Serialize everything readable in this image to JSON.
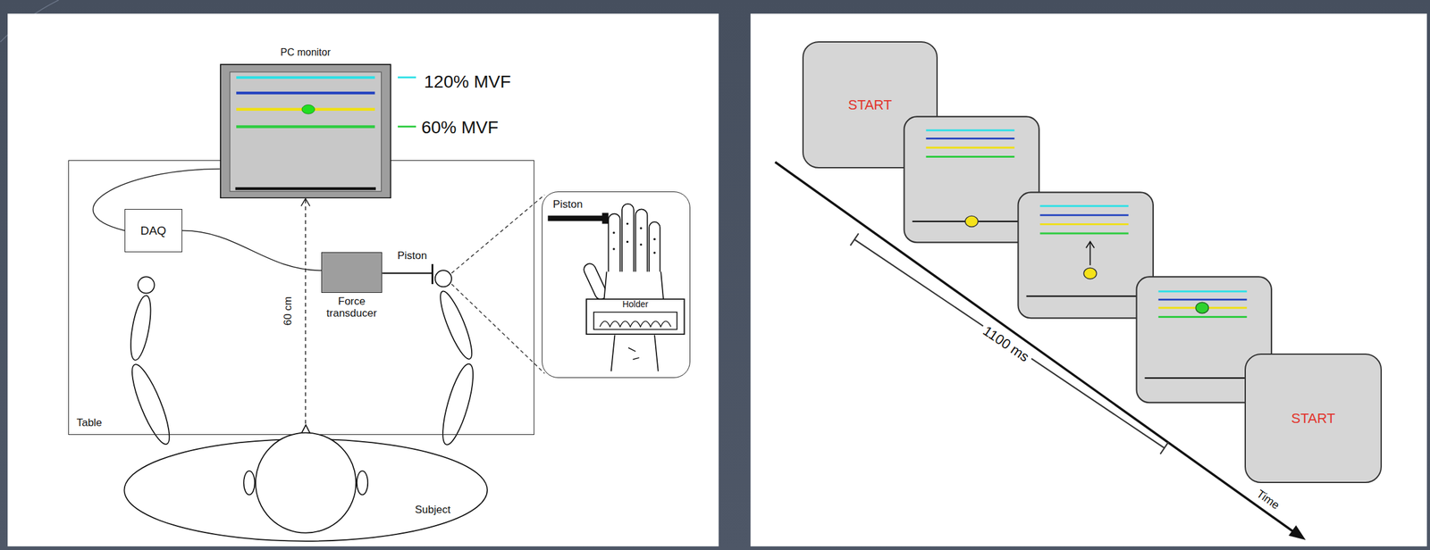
{
  "diagram": {
    "nodes": [
      {
        "text": [
          "PC monitor"
        ]
      },
      {
        "text": [
          "Table"
        ]
      },
      {
        "text": [
          "DAQ"
        ],
        "in": 1
      },
      {
        "text": [
          "Force transducer"
        ],
        "in": 1
      },
      {
        "text": [
          "Subject"
        ]
      },
      {
        "text": [
          "Piston"
        ]
      },
      {
        "text": [
          "Holder"
        ],
        "in": 5
      },
      {
        "text": [
          "START"
        ]
      },
      {
        "text": [
          "START"
        ]
      }
    ],
    "edges": [
      {
        "from": 0,
        "to": 2,
        "arrow": "none"
      },
      {
        "from": 2,
        "to": 3,
        "arrow": "none"
      },
      {
        "from": 4,
        "to": 0,
        "arrow": "to",
        "label": "60 cm"
      }
    ],
    "labels": [
      "120% MVF",
      "60% MVF",
      "Piston",
      "1100 ms",
      "Time"
    ]
  }
}
